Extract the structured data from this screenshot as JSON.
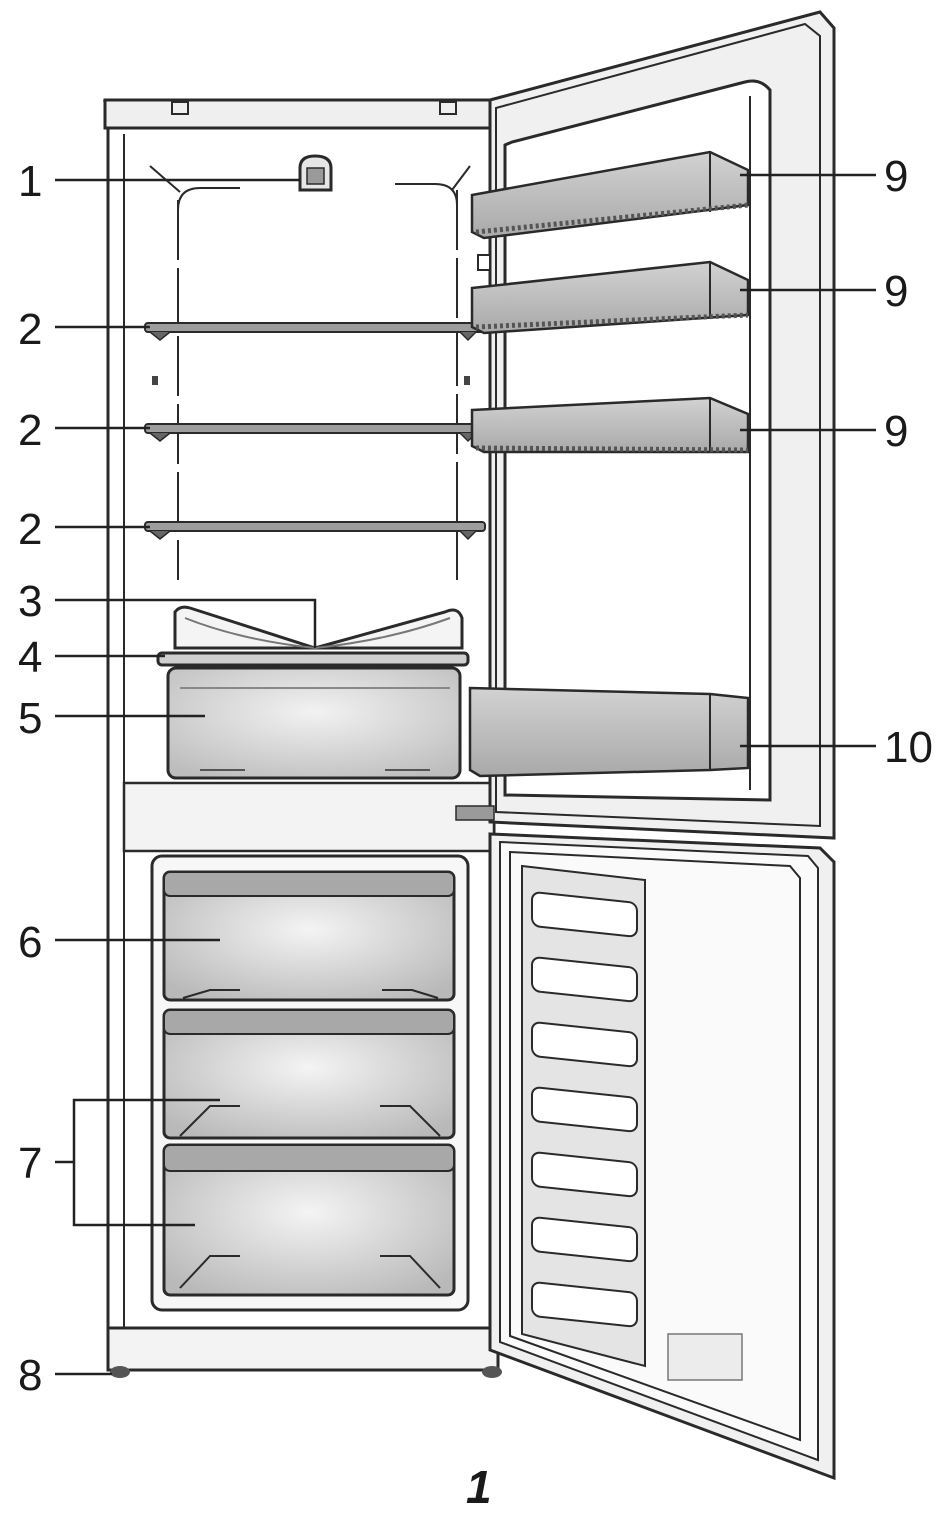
{
  "figure_number": "1",
  "callouts": {
    "c1": "1",
    "c2a": "2",
    "c2b": "2",
    "c2c": "2",
    "c3": "3",
    "c4": "4",
    "c5": "5",
    "c6": "6",
    "c7": "7",
    "c8": "8",
    "c9a": "9",
    "c9b": "9",
    "c9c": "9",
    "c10": "10"
  },
  "colors": {
    "outline": "#2a2a2a",
    "bin_fill": "#c9c9c9",
    "drawer_fill": "#d6d6d6",
    "panel_fill": "#e8e8e8"
  }
}
